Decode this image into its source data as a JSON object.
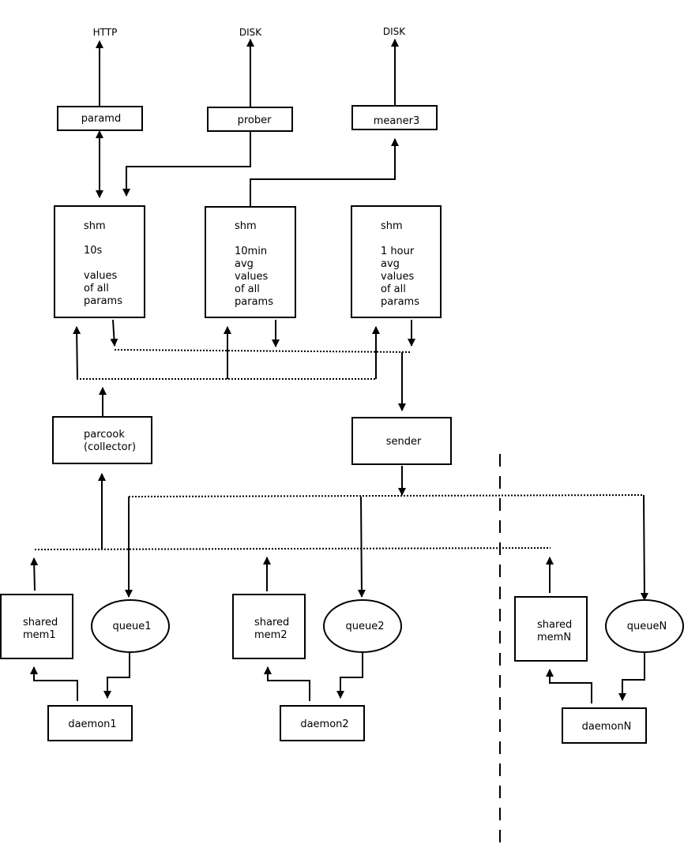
{
  "external": {
    "http": "HTTP",
    "disk_prober": "DISK",
    "disk_meaner": "DISK"
  },
  "top": {
    "paramd": "paramd",
    "prober": "prober",
    "meaner3": "meaner3"
  },
  "shm_10s": [
    "shm",
    "",
    "10s",
    "",
    "values",
    "of all",
    "params"
  ],
  "shm_10min": [
    "shm",
    "",
    "10min",
    "avg",
    "values",
    "of all",
    "params"
  ],
  "shm_1hour": [
    "shm",
    "",
    "1 hour",
    "avg",
    "values",
    "of all",
    "params"
  ],
  "collector": [
    "parcook",
    "(collector)"
  ],
  "sender": "sender",
  "daemons": [
    {
      "shared": [
        "shared",
        "mem1"
      ],
      "queue": "queue1",
      "daemon": "daemon1"
    },
    {
      "shared": [
        "shared",
        "mem2"
      ],
      "queue": "queue2",
      "daemon": "daemon2"
    },
    {
      "shared": [
        "shared",
        "memN"
      ],
      "queue": "queueN",
      "daemon": "daemonN"
    }
  ]
}
